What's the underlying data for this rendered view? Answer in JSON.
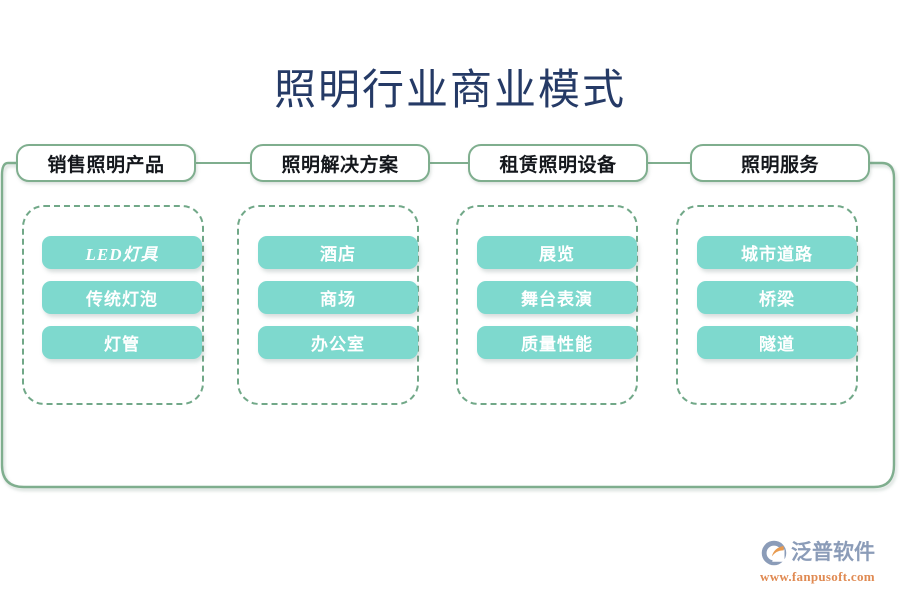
{
  "page": {
    "title": "照明行业商业模式",
    "background_color": "#ffffff",
    "title_color": "#253a66"
  },
  "theme": {
    "frame_border_color": "#7fae8e",
    "group_dashed_color": "#71a888",
    "chip_color": "#7ed9ce",
    "chip_text_color": "#ffffff",
    "header_text_color": "#14171c"
  },
  "columns": [
    {
      "header": "销售照明产品",
      "items": [
        {
          "label": "LED灯具",
          "style": "italic"
        },
        {
          "label": "传统灯泡",
          "style": "normal"
        },
        {
          "label": "灯管",
          "style": "normal"
        }
      ]
    },
    {
      "header": "照明解决方案",
      "items": [
        {
          "label": "酒店",
          "style": "normal"
        },
        {
          "label": "商场",
          "style": "normal"
        },
        {
          "label": "办公室",
          "style": "normal"
        }
      ]
    },
    {
      "header": "租赁照明设备",
      "items": [
        {
          "label": "展览",
          "style": "normal"
        },
        {
          "label": "舞台表演",
          "style": "normal"
        },
        {
          "label": "质量性能",
          "style": "normal"
        }
      ]
    },
    {
      "header": "照明服务",
      "items": [
        {
          "label": "城市道路",
          "style": "normal"
        },
        {
          "label": "桥梁",
          "style": "normal"
        },
        {
          "label": "隧道",
          "style": "normal"
        }
      ]
    }
  ],
  "logo": {
    "brand": "泛普软件",
    "url": "www.fanpusoft.com",
    "mark_color": "#8b9cb8",
    "accent_color": "#e89a4e",
    "url_color": "#e08a52"
  }
}
